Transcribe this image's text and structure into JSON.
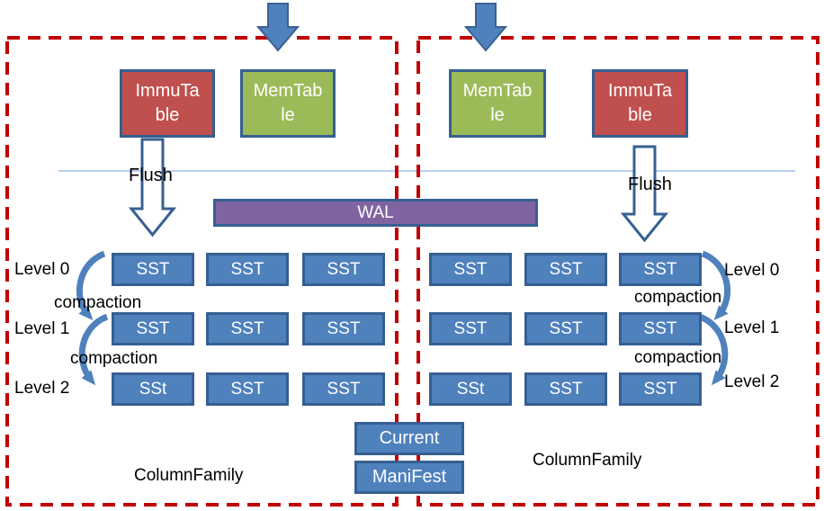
{
  "diagram": {
    "wal": {
      "label": "WAL"
    },
    "current": {
      "label": "Current"
    },
    "manifest": {
      "label": "ManiFest"
    },
    "families": {
      "left": {
        "label": "ColumnFamily",
        "immutable": "ImmuTa\nble",
        "memtable": "MemTab\nle",
        "flush": "Flush",
        "compaction1": "compaction",
        "compaction2": "compaction",
        "levels": [
          {
            "label": "Level 0",
            "ssts": [
              "SST",
              "SST",
              "SST"
            ]
          },
          {
            "label": "Level 1",
            "ssts": [
              "SST",
              "SST",
              "SST"
            ]
          },
          {
            "label": "Level 2",
            "ssts": [
              "SSt",
              "SST",
              "SST"
            ]
          }
        ]
      },
      "right": {
        "label": "ColumnFamily",
        "memtable": "MemTab\nle",
        "immutable": "ImmuTa\nble",
        "flush": "Flush",
        "compaction1": "compaction",
        "compaction2": "compaction",
        "levels": [
          {
            "label": "Level 0",
            "ssts": [
              "SST",
              "SST",
              "SST"
            ]
          },
          {
            "label": "Level 1",
            "ssts": [
              "SST",
              "SST",
              "SST"
            ]
          },
          {
            "label": "Level 2",
            "ssts": [
              "SSt",
              "SST",
              "SST"
            ]
          }
        ]
      }
    },
    "colors": {
      "dashed_border": "#C00000",
      "shape_blue": "#4F81BD",
      "shape_border": "#365F91",
      "immutable_red": "#C0504D",
      "memtable_green": "#9BBB59",
      "wal_purple": "#8064A2",
      "divider_line": "#8EB4E3",
      "arrow_outline": "#376092"
    }
  }
}
